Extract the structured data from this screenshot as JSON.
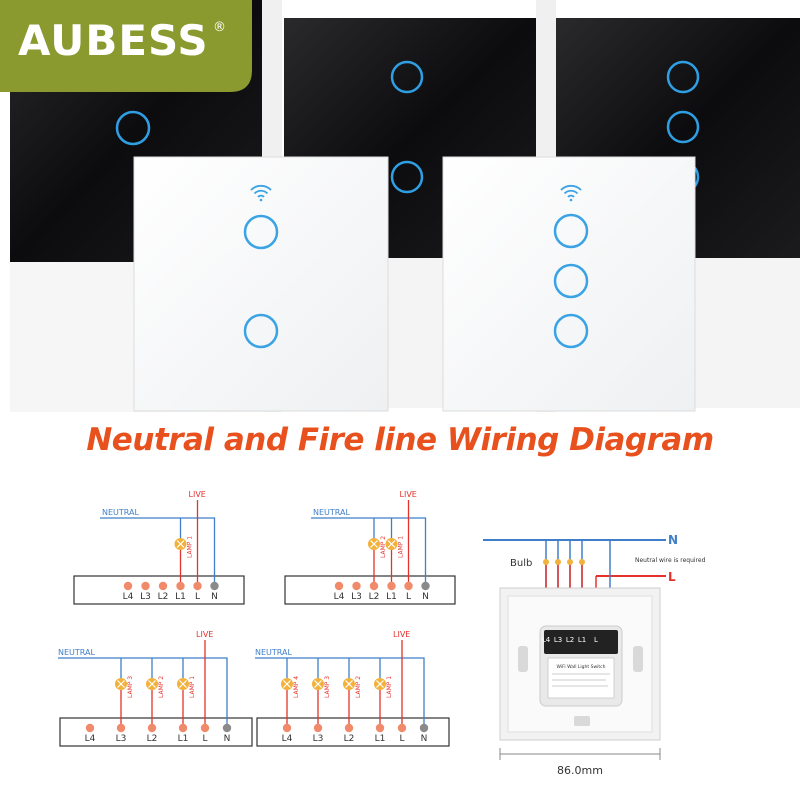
{
  "brand": {
    "name": "AUBESS",
    "reg": "®",
    "accent": "#8a9a2e"
  },
  "headline": "Neutral and Fire line Wiring Diagram",
  "colors": {
    "live": "#e5322d",
    "neutral": "#3f7fc9",
    "lamp": "#f2b13b",
    "ring": "#3aa3e6",
    "headline": "#e8501e"
  },
  "diagrams": [
    {
      "gang": 1,
      "live_label": "LIVE",
      "neutral_label": "NEUTRAL",
      "terminals": [
        "L4",
        "L3",
        "L2",
        "L1",
        "L",
        "N"
      ],
      "lamps": [
        "LAMP 1"
      ]
    },
    {
      "gang": 2,
      "live_label": "LIVE",
      "neutral_label": "NEUTRAL",
      "terminals": [
        "L4",
        "L3",
        "L2",
        "L1",
        "L",
        "N"
      ],
      "lamps": [
        "LAMP 2",
        "LAMP 1"
      ]
    },
    {
      "gang": 3,
      "live_label": "LIVE",
      "neutral_label": "NEUTRAL",
      "terminals": [
        "L4",
        "L3",
        "L2",
        "L1",
        "L",
        "N"
      ],
      "lamps": [
        "LAMP 3",
        "LAMP 2",
        "LAMP 1"
      ]
    },
    {
      "gang": 4,
      "live_label": "LIVE",
      "neutral_label": "NEUTRAL",
      "terminals": [
        "L4",
        "L3",
        "L2",
        "L1",
        "L",
        "N"
      ],
      "lamps": [
        "LAMP 4",
        "LAMP 3",
        "LAMP 2",
        "LAMP 1"
      ]
    }
  ],
  "back_panel": {
    "n_label": "N",
    "l_label": "L",
    "bulb_label": "Bulb",
    "neutral_note": "Neutral wire is required",
    "terminal_labels": [
      "L4",
      "L3",
      "L2",
      "L1",
      "L"
    ],
    "module_title": "WiFi Wall Light Switch",
    "width_label": "86.0mm"
  }
}
